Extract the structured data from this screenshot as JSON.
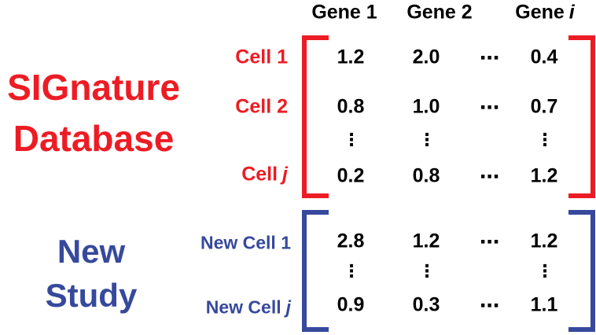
{
  "colors": {
    "red": "#ED1C24",
    "blue": "#36499C",
    "values_text": "#000000",
    "background": "#FFFFFF"
  },
  "column_headers": {
    "gene1": "Gene 1",
    "gene2": "Gene 2",
    "gene_i_prefix": "Gene",
    "gene_i_var": "i"
  },
  "signature_db": {
    "title_line1": "SIGnature",
    "title_line2": "Database",
    "row_label_1": "Cell 1",
    "row_label_2": "Cell 2",
    "row_label_j_prefix": "Cell",
    "row_label_j_var": "j",
    "rows": [
      [
        "1.2",
        "2.0",
        "⋯",
        "0.4"
      ],
      [
        "0.8",
        "1.0",
        "⋯",
        "0.7"
      ],
      [
        "⋮",
        "⋮",
        "",
        "⋮"
      ],
      [
        "0.2",
        "0.8",
        "⋯",
        "1.2"
      ]
    ]
  },
  "new_study": {
    "title_line1": "New",
    "title_line2": "Study",
    "row_label_1": "New Cell 1",
    "row_label_j_prefix": "New Cell",
    "row_label_j_var": "j",
    "rows": [
      [
        "2.8",
        "1.2",
        "⋯",
        "1.2"
      ],
      [
        "⋮",
        "⋮",
        "",
        "⋮"
      ],
      [
        "0.9",
        "0.3",
        "⋯",
        "1.1"
      ]
    ]
  }
}
